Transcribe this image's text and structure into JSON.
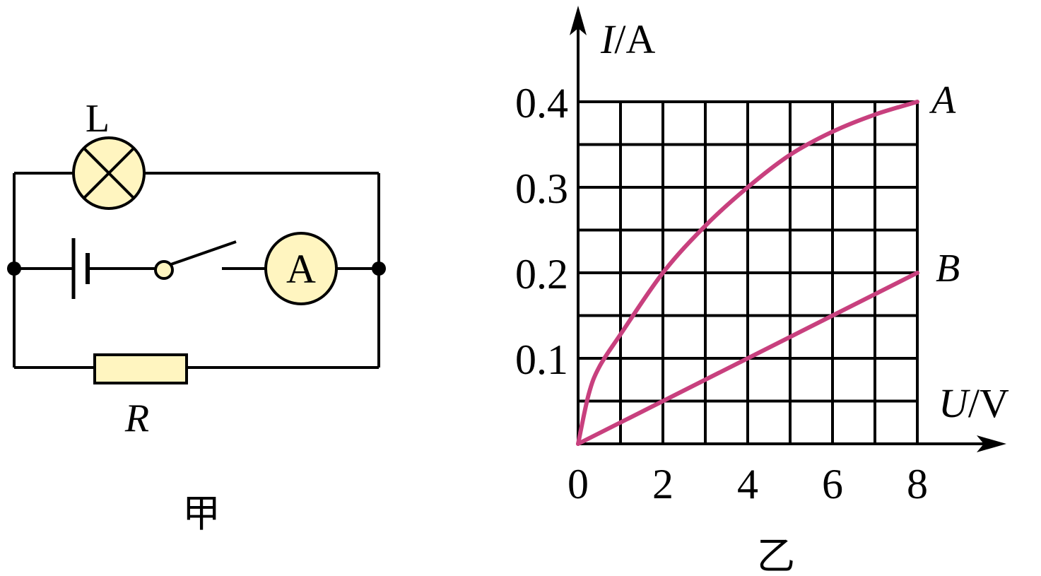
{
  "circuit": {
    "lamp_label": "L",
    "ammeter_label": "A",
    "resistor_label": "R",
    "caption": "甲",
    "component_fill": "#FFF5C0"
  },
  "graph": {
    "caption": "乙",
    "y_axis_symbol": "I",
    "y_axis_unit": "/A",
    "x_axis_symbol": "U",
    "x_axis_unit": "/V",
    "curve_color": "#C8407E",
    "curve_labels": {
      "A": "A",
      "B": "B"
    },
    "x_tick_labels": [
      "0",
      "2",
      "4",
      "6",
      "8"
    ],
    "y_tick_labels": [
      "0.1",
      "0.2",
      "0.3",
      "0.4"
    ]
  },
  "chart_data": {
    "type": "line",
    "xlim": [
      0,
      8
    ],
    "ylim": [
      0,
      0.4
    ],
    "grid": true,
    "x_ticks": [
      0,
      2,
      4,
      6,
      8
    ],
    "y_ticks": [
      0.1,
      0.2,
      0.3,
      0.4
    ],
    "series": [
      {
        "name": "A",
        "x": [
          0,
          0.25,
          0.5,
          1,
          2,
          3,
          4,
          5,
          6,
          7,
          8
        ],
        "y": [
          0,
          0.058,
          0.09,
          0.128,
          0.2,
          0.255,
          0.3,
          0.338,
          0.365,
          0.385,
          0.4
        ]
      },
      {
        "name": "B",
        "x": [
          0,
          8
        ],
        "y": [
          0,
          0.2
        ]
      }
    ]
  }
}
